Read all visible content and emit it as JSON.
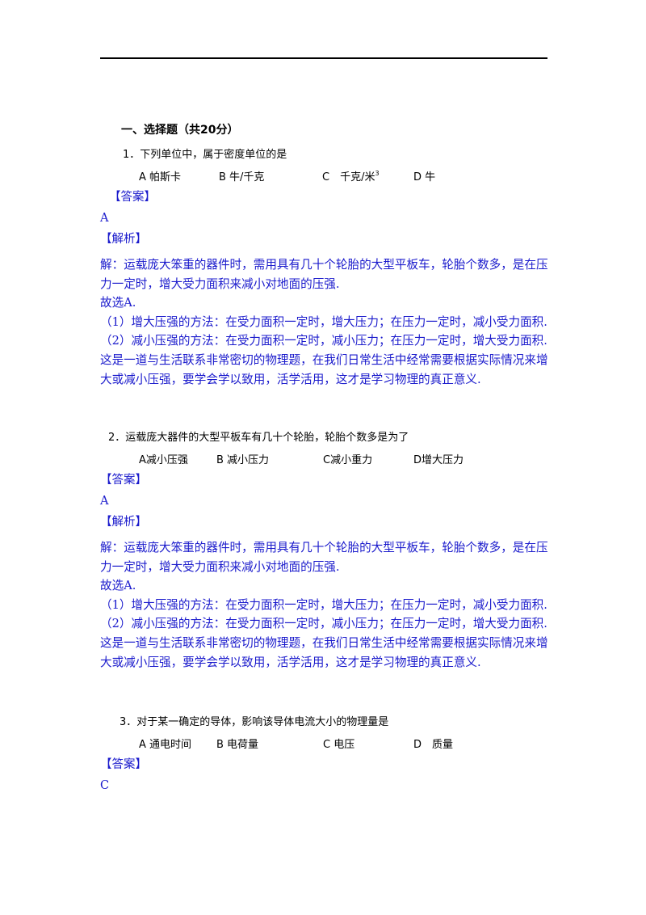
{
  "section_title": "一、选择题（共20分）",
  "questions": [
    {
      "stem": "1．下列单位中，属于密度单位的是",
      "options": [
        "A 帕斯卡",
        "B 牛/千克",
        "C　千克/米",
        "D 牛"
      ],
      "option_c_sup": "3",
      "answer_tag": "【答案】",
      "answer": "A",
      "analysis_tag": "【解析】",
      "analysis": [
        "解：运载庞大笨重的器件时，需用具有几十个轮胎的大型平板车，轮胎个数多，是在压力一定时，增大受力面积来减小对地面的压强.",
        "故选A.",
        "（1）增大压强的方法：在受力面积一定时，增大压力；在压力一定时，减小受力面积.",
        "（2）减小压强的方法：在受力面积一定时，减小压力；在压力一定时，增大受力面积.",
        "这是一道与生活联系非常密切的物理题，在我们日常生活中经常需要根据实际情况来增大或减小压强，要学会学以致用，活学活用，这才是学习物理的真正意义."
      ]
    },
    {
      "stem": "2．运载庞大器件的大型平板车有几十个轮胎，轮胎个数多是为了",
      "options": [
        "A减小压强",
        "B 减小压力",
        "C减小重力",
        "D增大压力"
      ],
      "answer_tag": "【答案】",
      "answer": "A",
      "analysis_tag": "【解析】",
      "analysis": [
        "解：运载庞大笨重的器件时，需用具有几十个轮胎的大型平板车，轮胎个数多，是在压力一定时，增大受力面积来减小对地面的压强.",
        "故选A.",
        "（1）增大压强的方法：在受力面积一定时，增大压力；在压力一定时，减小受力面积.",
        "（2）减小压强的方法：在受力面积一定时，减小压力；在压力一定时，增大受力面积.",
        "这是一道与生活联系非常密切的物理题，在我们日常生活中经常需要根据实际情况来增大或减小压强，要学会学以致用，活学活用，这才是学习物理的真正意义."
      ]
    },
    {
      "stem": "3．对于某一确定的导体，影响该导体电流大小的物理量是",
      "options": [
        "A 通电时间",
        "B 电荷量",
        "C 电压",
        "D　质量"
      ],
      "answer_tag": "【答案】",
      "answer": "C"
    }
  ],
  "colors": {
    "text": "#000000",
    "answer_blue": "#1a1acc",
    "rule": "#000000"
  }
}
